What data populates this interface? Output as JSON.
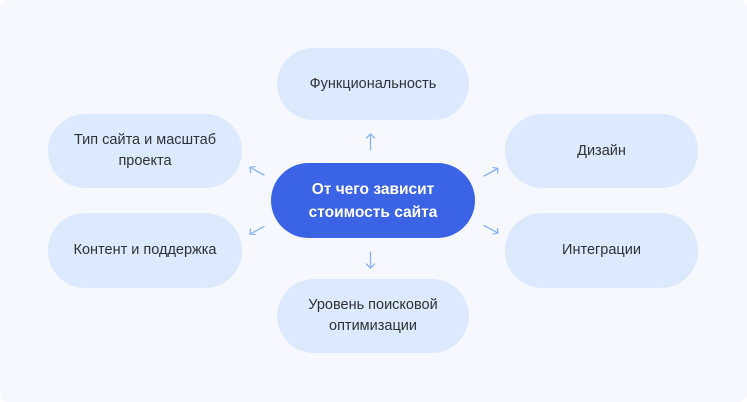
{
  "diagram": {
    "type": "mind-map",
    "colors": {
      "background": "#f6f8fe",
      "center_fill": "#3a63e6",
      "center_text": "#ffffff",
      "node_fill": "#dde9fd",
      "node_text": "#2f3238",
      "arrow": "#8fb4f3"
    },
    "center": {
      "label_line1": "От чего зависит",
      "label_line2": "стоимость сайта"
    },
    "nodes": {
      "top": {
        "label": "Функциональность"
      },
      "top_left": {
        "label_line1": "Тип сайта и масштаб",
        "label_line2": "проекта"
      },
      "top_right": {
        "label": "Дизайн"
      },
      "bottom_left": {
        "label": "Контент и поддержка"
      },
      "bottom_right": {
        "label": "Интеграции"
      },
      "bottom": {
        "label_line1": "Уровень поисковой",
        "label_line2": "оптимизации"
      }
    },
    "arrows": [
      {
        "from": "center",
        "to": "top",
        "icon": "arrow-up-icon"
      },
      {
        "from": "center",
        "to": "top_left",
        "icon": "arrow-up-left-icon"
      },
      {
        "from": "center",
        "to": "top_right",
        "icon": "arrow-up-right-icon"
      },
      {
        "from": "center",
        "to": "bottom_left",
        "icon": "arrow-down-left-icon"
      },
      {
        "from": "center",
        "to": "bottom_right",
        "icon": "arrow-down-right-icon"
      },
      {
        "from": "center",
        "to": "bottom",
        "icon": "arrow-down-icon"
      }
    ]
  }
}
